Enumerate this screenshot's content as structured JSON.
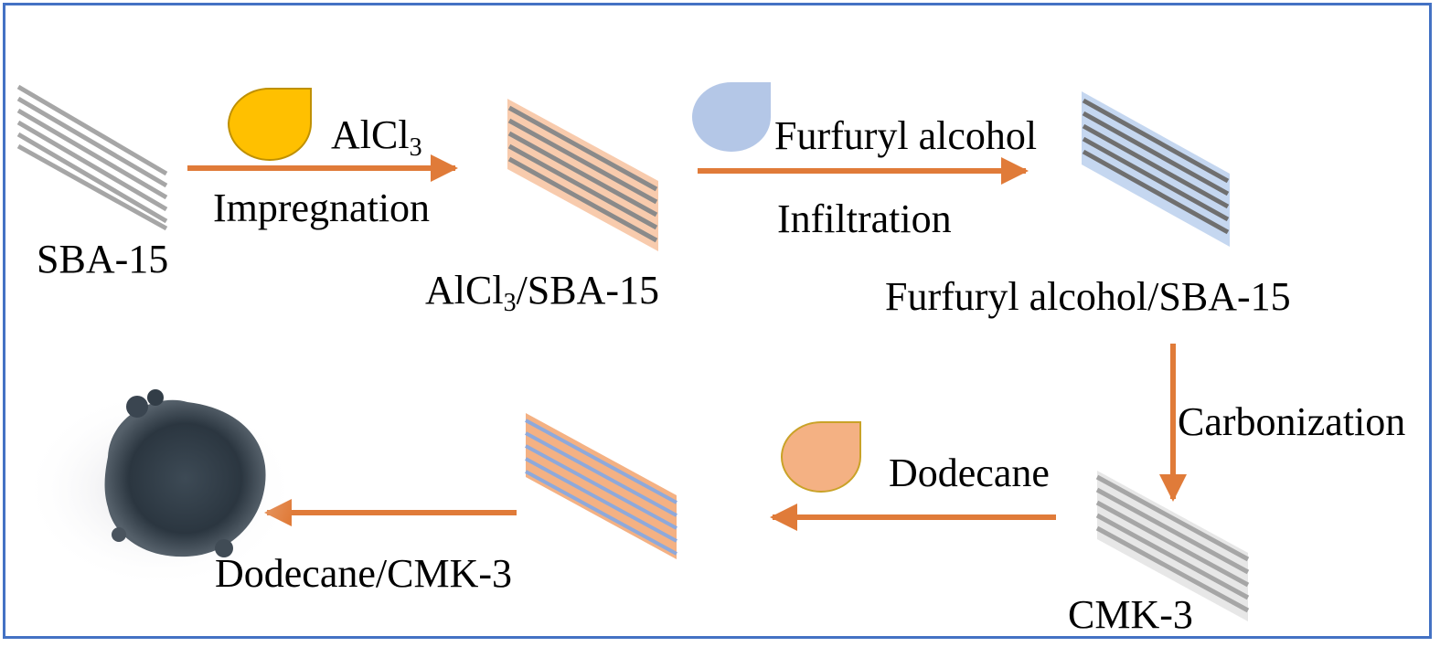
{
  "colors": {
    "frame": "#4472c4",
    "arrow": "#e07b39",
    "drop_alcl3": "#ffc000",
    "drop_furfuryl": "#b4c7e7",
    "drop_dodecane": "#f4b183",
    "stripe_gray": "#a6a6a6",
    "stripe_dark": "#7f7f7f",
    "fill_orange": "#f8cbad",
    "fill_blue": "#c5d7f0"
  },
  "labels": {
    "sba15": "SBA-15",
    "alcl3_main": "AlCl",
    "alcl3_sub": "3",
    "impregnation": "Impregnation",
    "alcl3_sba_main": "AlCl",
    "alcl3_sba_sub": "3",
    "alcl3_sba_tail": "/SBA-15",
    "furfuryl": "Furfuryl alcohol",
    "infiltration": "Infiltration",
    "furfuryl_sba": "Furfuryl alcohol/SBA-15",
    "carbonization": "Carbonization",
    "cmk3": "CMK-3",
    "dodecane": "Dodecane",
    "dodecane_cmk3": "Dodecane/CMK-3"
  },
  "icons": [
    "droplet-icon",
    "striped-parallelogram",
    "arrow",
    "powder-photo"
  ]
}
